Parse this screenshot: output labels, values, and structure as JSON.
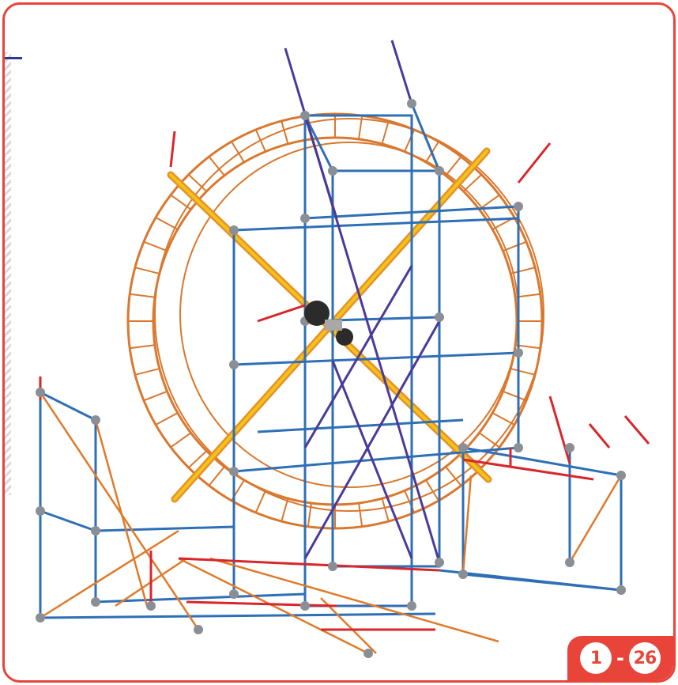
{
  "page": {
    "step_start": "1",
    "separator": "-",
    "step_end": "26"
  },
  "colors": {
    "frame": "#e8443a",
    "rod_blue": "#2e6fb6",
    "rod_purple": "#4b3a9a",
    "rod_orange": "#e07a2a",
    "rod_red": "#d8262b",
    "rod_yellow": "#f2c318",
    "connector_gray": "#8a8f96",
    "hub_dark": "#2b2b2b"
  },
  "icons": [
    "ferris-wheel-model-illustration"
  ]
}
